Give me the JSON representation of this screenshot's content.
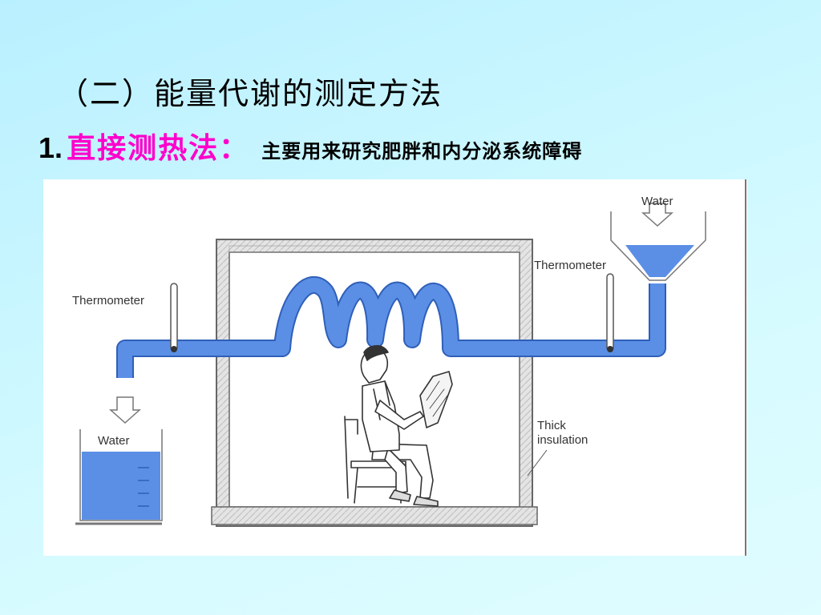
{
  "slide": {
    "title": "（二）能量代谢的测定方法",
    "item1": {
      "number": "1.",
      "method": "直接测热法：",
      "description": "主要用来研究肥胖和内分泌系统障碍"
    }
  },
  "diagram": {
    "water_in_label": "Water",
    "water_out_label": "Water",
    "thermometer_right_label": "Thermometer",
    "thermometer_left_label": "Thermometer",
    "insulation_label_line1": "Thick",
    "insulation_label_line2": "insulation"
  },
  "colors": {
    "background": "#c9f6ff",
    "method_text": "#ff00cc",
    "water": "#5b8fe6",
    "water_dark": "#2f5fb8",
    "insulation": "#d8d8d8"
  }
}
